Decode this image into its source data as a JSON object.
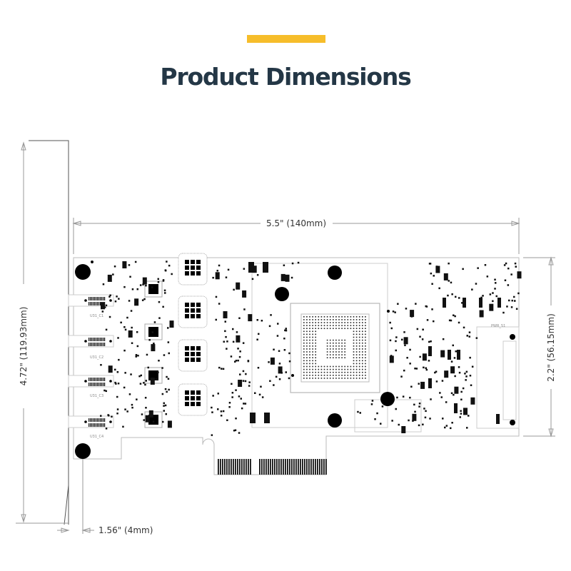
{
  "header": {
    "title": "Product Dimensions",
    "accent_color": "#f6bd2a",
    "title_color": "#243746"
  },
  "dimensions": {
    "width": "5.5\" (140mm)",
    "board_height": "2.2\" (56.15mm)",
    "bracket_height": "4.72\" (119.93mm)",
    "bracket_offset": "1.56\" (4mm)"
  },
  "board_labels": {
    "port1": "U31_C1",
    "port2": "U31_C2",
    "port3": "U31_C3",
    "port4": "U31_C4",
    "power": "PWR_S1"
  }
}
